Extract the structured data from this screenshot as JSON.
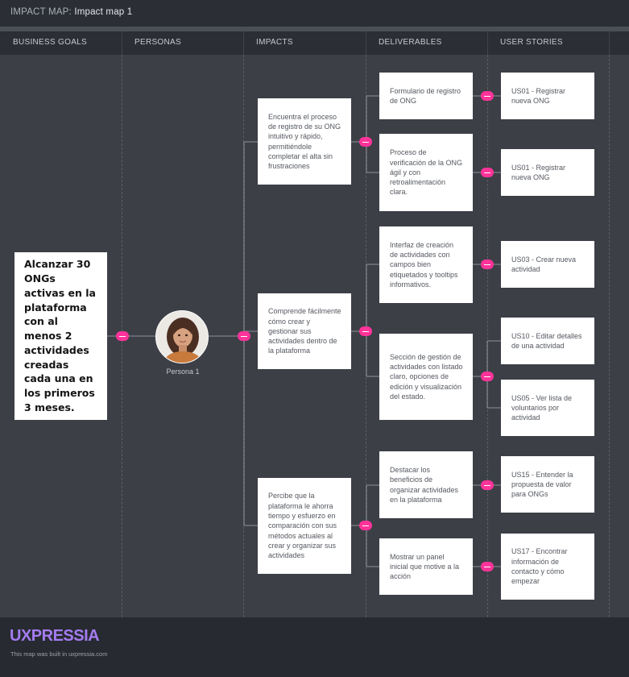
{
  "map": {
    "title_prefix": "IMPACT MAP:",
    "title_name": "Impact map 1"
  },
  "columns": [
    "BUSINESS GOALS",
    "PERSONAS",
    "IMPACTS",
    "DELIVERABLES",
    "USER STORIES"
  ],
  "goal": "Alcanzar 30 ONGs activas en la plataforma con al menos 2 actividades creadas cada una en los primeros 3 meses.",
  "persona": {
    "name": "Persona 1"
  },
  "impacts": [
    "Encuentra el proceso de registro de su ONG intuitivo y rápido, permitiéndole completar el alta sin frustraciones",
    "Comprende fácilmente cómo crear y gestionar sus actividades dentro de la plataforma",
    "Percibe que la plataforma le ahorra tiempo y esfuerzo en comparación con sus métodos actuales al crear y organizar sus actividades"
  ],
  "deliverables": [
    "Formulario de registro de ONG",
    "Proceso de verificación de la ONG ágil y con retroalimentación clara.",
    "Interfaz de creación de actividades con campos bien etiquetados y tooltips informativos.",
    "Sección de gestión de actividades con listado claro, opciones de edición y visualización del estado.",
    "Destacar los beneficios de organizar actividades en la plataforma",
    "Mostrar un panel inicial que motive a la acción"
  ],
  "stories": [
    "US01 - Registrar nueva ONG",
    "US01 - Registrar nueva ONG",
    "US03 - Crear nueva actividad",
    "US10 - Editar detalles de una actividad",
    "US05 - Ver lista de voluntarios por actividad",
    "US15 - Entender la propuesta de valor para ONGs",
    "US17 - Encontrar información de contacto y cómo empezar"
  ],
  "footer": {
    "logo": "UXPRESSIA",
    "built_text": "This map was built in uxpressia.com"
  },
  "colors": {
    "connector": "#ff3399",
    "logo": "#a47cf1",
    "background": "#3c3f46"
  }
}
